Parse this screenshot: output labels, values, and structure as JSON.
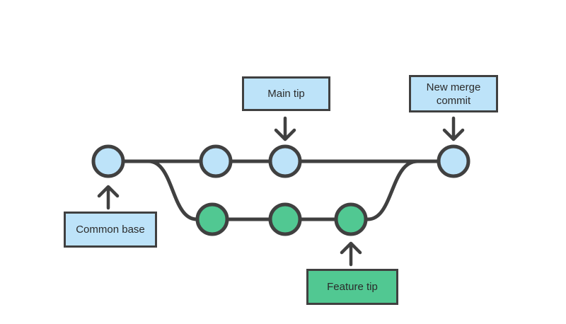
{
  "diagram": {
    "type": "git-branch-merge-diagram",
    "labels": {
      "main_tip": "Main tip",
      "new_merge_commit": "New merge commit",
      "common_base": "Common base",
      "feature_tip": "Feature tip"
    },
    "colors": {
      "background": "#FFFFFF",
      "line_stroke": "#404040",
      "main_node_fill": "#BDE3F9",
      "feature_node_fill": "#51C892",
      "blue_callout_fill": "#BDE3F9",
      "green_callout_fill": "#51C892",
      "label_text": "#2B2B2B"
    },
    "branches": [
      {
        "name": "main",
        "node_color": "#BDE3F9",
        "commit_count": 4
      },
      {
        "name": "feature",
        "node_color": "#51C892",
        "commit_count": 3
      }
    ],
    "annotations": [
      {
        "target": "main-tip-node",
        "label": "Main tip",
        "arrow_direction": "down"
      },
      {
        "target": "new-merge-commit-node",
        "label": "New merge commit",
        "arrow_direction": "down"
      },
      {
        "target": "common-base-node",
        "label": "Common base",
        "arrow_direction": "up"
      },
      {
        "target": "feature-tip-node",
        "label": "Feature tip",
        "arrow_direction": "up"
      }
    ]
  }
}
